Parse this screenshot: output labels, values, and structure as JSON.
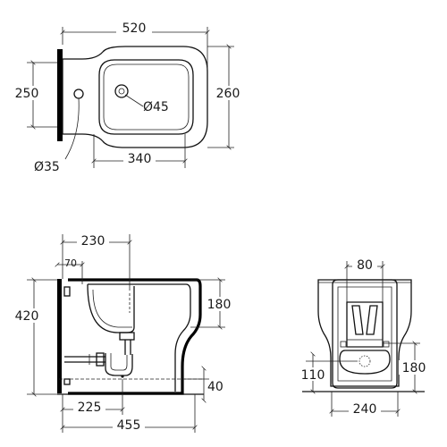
{
  "drawing": {
    "top_view": {
      "width_label": "520",
      "depth_left_label": "250",
      "depth_right_label": "260",
      "basin_width_label": "340",
      "drain_label": "Ø45",
      "mount_hole_label": "Ø35"
    },
    "side_view": {
      "outlet_offset_label": "230",
      "wall_offset_label": "70",
      "height_label": "420",
      "bowl_depth_label": "180",
      "base_height_label": "40",
      "outlet_distance_label": "225",
      "length_label": "455"
    },
    "front_view": {
      "top_width_label": "80",
      "left_height_label": "110",
      "right_height_label": "180",
      "base_width_label": "240"
    }
  }
}
